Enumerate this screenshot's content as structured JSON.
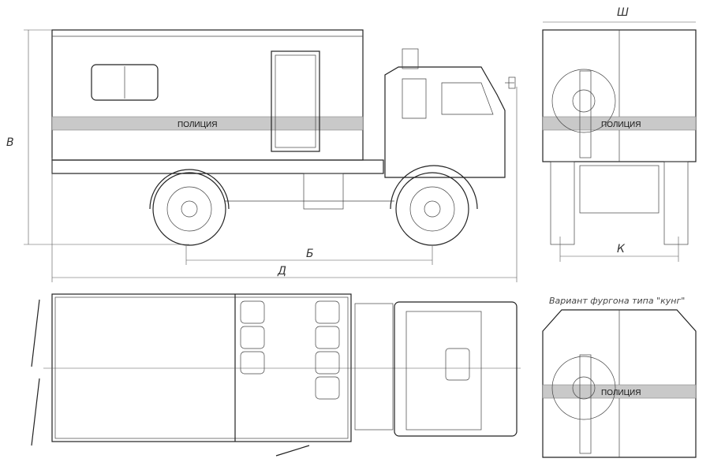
{
  "side_view": {
    "stripe_label": "ПОЛИЦИЯ",
    "dim_height": "В",
    "dim_wheelbase": "Б",
    "dim_length": "Д"
  },
  "rear_view": {
    "stripe_label": "ПОЛИЦИЯ",
    "dim_width": "Ш",
    "dim_track": "К"
  },
  "kung_view": {
    "caption": "Вариант фургона типа \"кунг\"",
    "stripe_label": "ПОЛИЦИЯ"
  }
}
